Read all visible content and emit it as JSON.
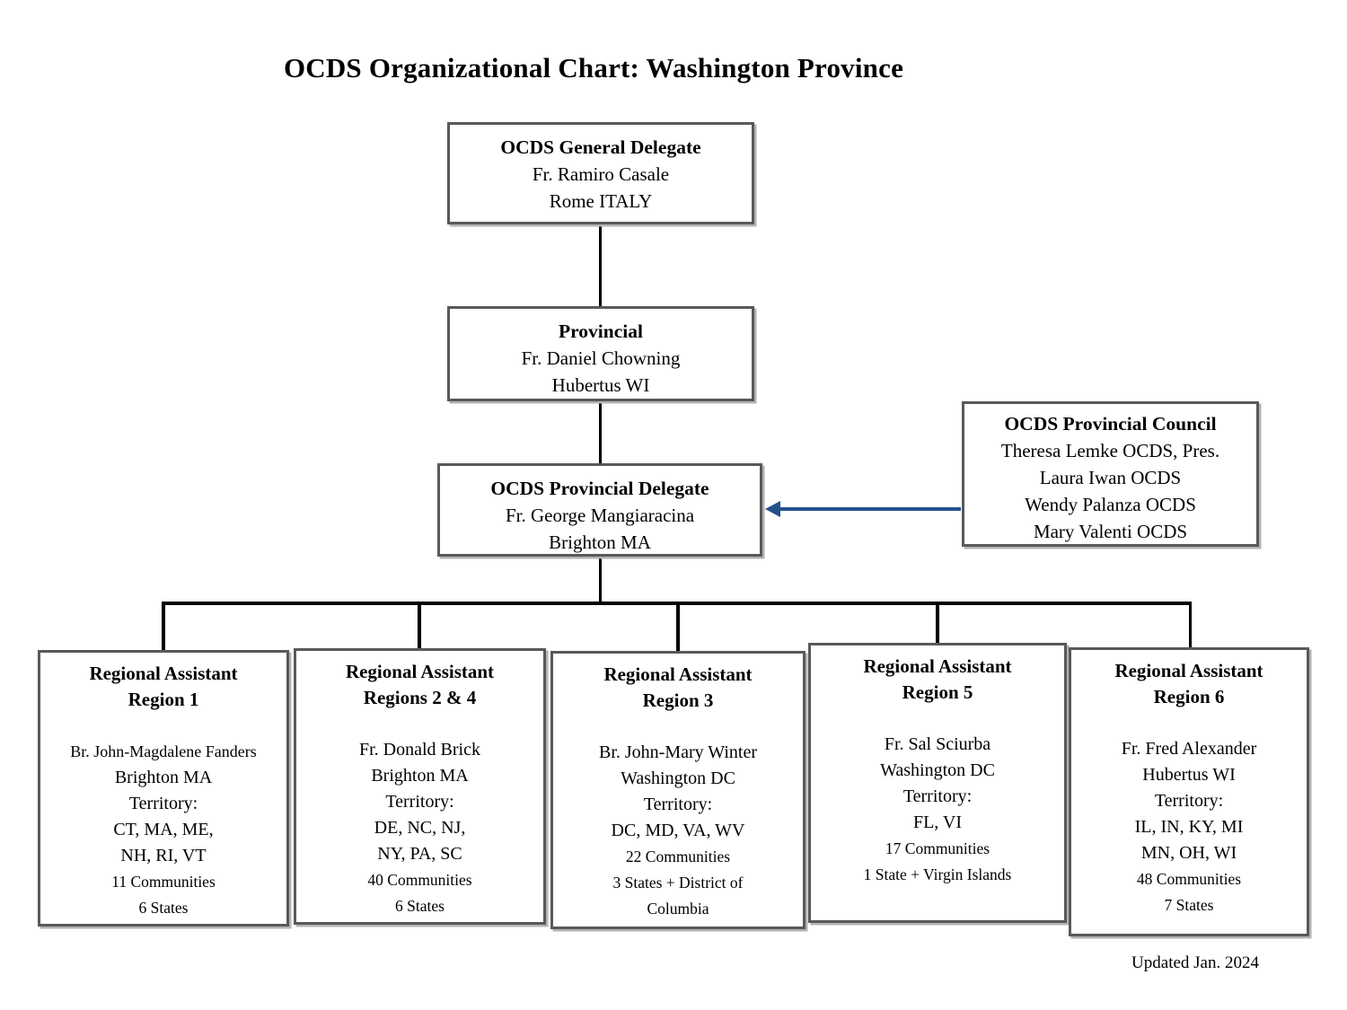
{
  "title": "OCDS Organizational Chart: Washington Province",
  "footer": "Updated Jan. 2024",
  "colors": {
    "arrow": "#24518C",
    "box_border": "#595959",
    "connector": "#000000",
    "background": "#FFFFFF",
    "text": "#000000"
  },
  "boxes": {
    "general_delegate": {
      "title": "OCDS General Delegate",
      "lines": [
        "Fr. Ramiro Casale",
        "Rome ITALY"
      ]
    },
    "provincial": {
      "title": "Provincial",
      "lines": [
        "Fr. Daniel Chowning",
        "Hubertus WI"
      ]
    },
    "provincial_delegate": {
      "title": "OCDS Provincial Delegate",
      "lines": [
        "Fr. George Mangiaracina",
        "Brighton MA"
      ]
    },
    "provincial_council": {
      "title": "OCDS Provincial Council",
      "lines": [
        "Theresa Lemke OCDS, Pres.",
        "Laura Iwan OCDS",
        "Wendy Palanza OCDS",
        "Mary Valenti OCDS"
      ]
    }
  },
  "regions": [
    {
      "title_line1": "Regional Assistant",
      "title_line2": "Region 1",
      "lines": [
        "Br. John-Magdalene Fanders",
        "Brighton MA",
        "Territory:",
        "CT, MA, ME,",
        "NH, RI, VT",
        "11 Communities",
        "6 States"
      ]
    },
    {
      "title_line1": "Regional Assistant",
      "title_line2": "Regions 2 & 4",
      "lines": [
        "Fr. Donald Brick",
        "Brighton MA",
        "Territory:",
        "DE, NC, NJ,",
        "NY, PA, SC",
        "40 Communities",
        "6 States"
      ]
    },
    {
      "title_line1": "Regional Assistant",
      "title_line2": "Region 3",
      "lines": [
        "Br. John-Mary Winter",
        "Washington DC",
        "Territory:",
        "DC, MD, VA, WV",
        "22 Communities",
        "3 States + District of",
        "Columbia"
      ]
    },
    {
      "title_line1": "Regional Assistant",
      "title_line2": "Region 5",
      "lines": [
        "Fr. Sal Sciurba",
        "Washington DC",
        "Territory:",
        "FL, VI",
        "17 Communities",
        "1 State + Virgin Islands"
      ]
    },
    {
      "title_line1": "Regional Assistant",
      "title_line2": "Region 6",
      "lines": [
        "Fr. Fred Alexander",
        "Hubertus WI",
        "Territory:",
        "IL, IN, KY, MI",
        "MN, OH, WI",
        "48 Communities",
        "7 States"
      ]
    }
  ]
}
